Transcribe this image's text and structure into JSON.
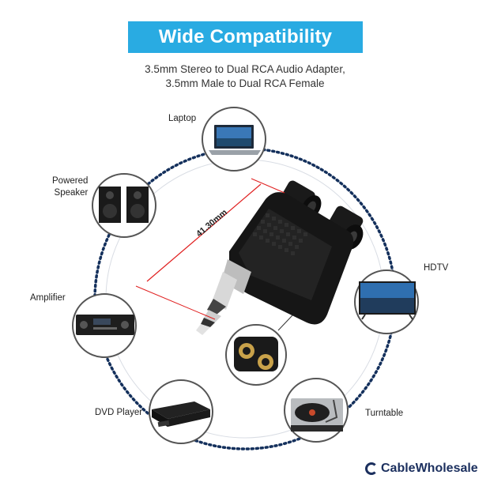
{
  "header": {
    "title": "Wide Compatibility",
    "subtitle_line1": "3.5mm Stereo to Dual RCA Audio Adapter,",
    "subtitle_line2": "3.5mm Male to Dual RCA Female"
  },
  "devices": {
    "laptop": "Laptop",
    "powered_speaker_line1": "Powered",
    "powered_speaker_line2": "Speaker",
    "amplifier": "Amplifier",
    "dvd_player": "DVD Player",
    "hdtv": "HDTV",
    "turntable": "Turntable"
  },
  "product": {
    "dimension": "41.30mm"
  },
  "brand": {
    "name": "CableWholesale"
  },
  "colors": {
    "banner": "#29abe2",
    "ring": "#14305c",
    "dimension_line": "#e02020"
  }
}
